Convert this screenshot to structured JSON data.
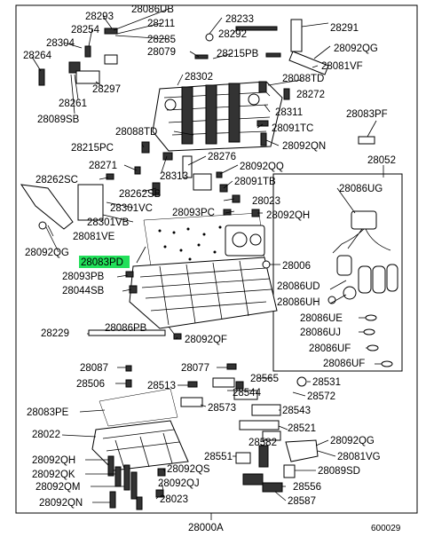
{
  "highlight_color": "#22e05a",
  "labels": {
    "p28086UB": "28086UB",
    "p28293": "28293",
    "p28211": "28211",
    "p28233": "28233",
    "p28291": "28291",
    "p28254": "28254",
    "p28292": "28292",
    "p28304": "28304",
    "p28285": "28285",
    "p28092QG_top": "28092QG",
    "p28264": "28264",
    "p28079": "28079",
    "p28215PB": "28215PB",
    "p28081VF": "28081VF",
    "p28297": "28297",
    "p28088TD_r": "28088TD",
    "p28302": "28302",
    "p28272": "28272",
    "p28261": "28261",
    "p28089SB": "28089SB",
    "p28311": "28311",
    "p28083PF": "28083PF",
    "p28088TD_l": "28088TD",
    "p28091TC": "28091TC",
    "p28092QN": "28092QN",
    "p28215PC": "28215PC",
    "p28052": "28052",
    "p28276": "28276",
    "p28271": "28271",
    "p28092QQ": "28092QQ",
    "p28313": "28313",
    "p28262SC": "28262SC",
    "p28091TB": "28091TB",
    "p28262SB": "28262SB",
    "p28086UG": "28086UG",
    "p28023": "28023",
    "p28301VC": "28301VC",
    "p28093PC": "28093PC",
    "p28092QH_r": "28092QH",
    "p28301VB": "28301VB",
    "p28081VE": "28081VE",
    "p28092QG_l": "28092QG",
    "p28083PD": "28083PD",
    "p28006": "28006",
    "p28093PB": "28093PB",
    "p28086UD": "28086UD",
    "p28044SB": "28044SB",
    "p28086UH": "28086UH",
    "p28086UE": "28086UE",
    "p28229": "28229",
    "p28086PB": "28086PB",
    "p28086UJ": "28086UJ",
    "p28092QF": "28092QF",
    "p28086UF_1": "28086UF",
    "p28086UF_2": "28086UF",
    "p28087": "28087",
    "p28077": "28077",
    "p28565": "28565",
    "p28506": "28506",
    "p28513": "28513",
    "p28531": "28531",
    "p28544": "28544",
    "p28572": "28572",
    "p28083PE": "28083PE",
    "p28573": "28573",
    "p28543": "28543",
    "p28022": "28022",
    "p28521": "28521",
    "p28582": "28582",
    "p28092QG_b": "28092QG",
    "p28551": "28551",
    "p28081VG": "28081VG",
    "p28092QH_l": "28092QH",
    "p28092QS": "28092QS",
    "p28089SD": "28089SD",
    "p28092QK": "28092QK",
    "p28092QJ": "28092QJ",
    "p28556": "28556",
    "p28092QM": "28092QM",
    "p28587": "28587",
    "p28092QN_b": "28092QN",
    "p28023_b": "28023",
    "p28000A": "28000A",
    "diagram_code": "600029"
  }
}
